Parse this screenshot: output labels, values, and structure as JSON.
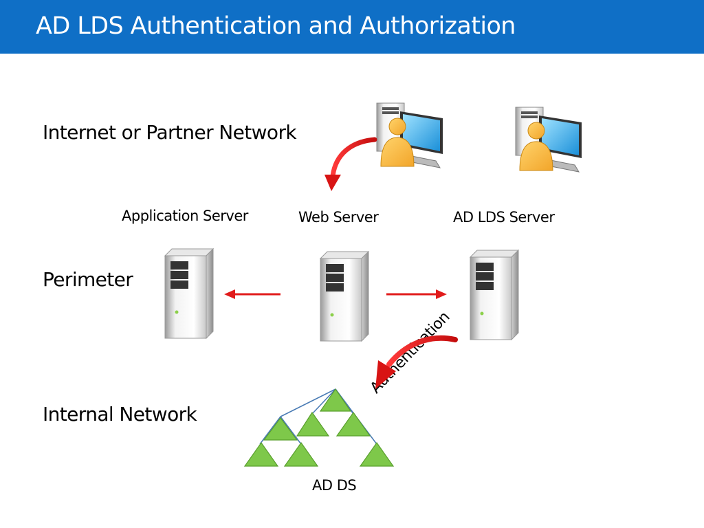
{
  "slide": {
    "title": "AD LDS Authentication and Authorization"
  },
  "zones": {
    "internet": "Internet or Partner Network",
    "perimeter": "Perimeter",
    "internal": "Internal Network"
  },
  "servers": {
    "application": "Application Server",
    "web": "Web Server",
    "adlds": "AD LDS Server"
  },
  "labels": {
    "authentication": "Authentication",
    "adds": "AD DS"
  },
  "colors": {
    "title_bar": "#0f6fc6",
    "arrow": "#e11b1b",
    "triangle": "#7ec84a",
    "tree_line": "#4a7bb5"
  },
  "icons": {
    "user": "user-computer-icon",
    "server": "server-tower-icon",
    "domain": "domain-tree-icon"
  }
}
